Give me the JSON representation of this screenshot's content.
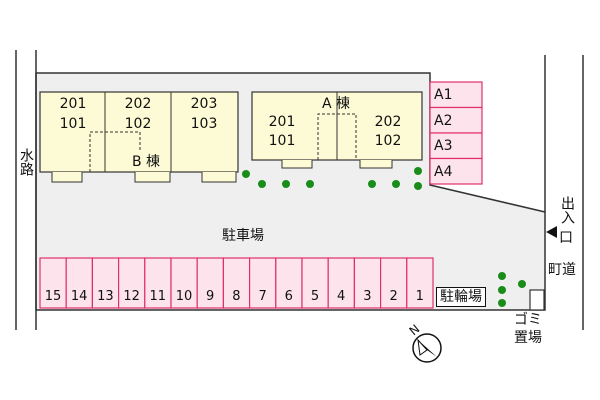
{
  "map": {
    "waterway_label": "水路",
    "parking_label": "駐車場",
    "bicycle_parking_label": "駐輪場",
    "garbage_label_line1": "ゴミ",
    "garbage_label_line2": "置場",
    "entrance_label_line1": "出入",
    "entrance_label_line2": "口",
    "town_road_label": "町道",
    "compass_label": "N",
    "building_a": {
      "name": "A 棟",
      "units": [
        {
          "upper": "201",
          "lower": "101"
        },
        {
          "upper": "202",
          "lower": "102"
        }
      ]
    },
    "building_b": {
      "name": "B 棟",
      "units": [
        {
          "upper": "201",
          "lower": "101"
        },
        {
          "upper": "202",
          "lower": "102"
        },
        {
          "upper": "203",
          "lower": "103"
        }
      ]
    },
    "reserved_spaces": [
      "A1",
      "A2",
      "A3",
      "A4"
    ],
    "parking_spaces": [
      "15",
      "14",
      "13",
      "12",
      "11",
      "10",
      "9",
      "8",
      "7",
      "6",
      "5",
      "4",
      "3",
      "2",
      "1"
    ],
    "colors": {
      "building_fill": "#fdfbd6",
      "parking_outline": "#e0306a",
      "parking_fill": "#fde4ec",
      "tree_green": "#1a8c1a",
      "lot_fill": "#efefef"
    }
  }
}
